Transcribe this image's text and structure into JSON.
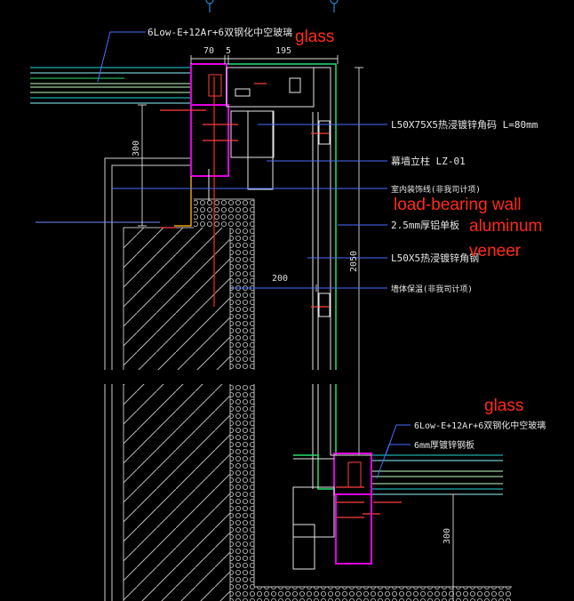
{
  "labels": {
    "glass_top_spec": "6Low-E+12Ar+6双钢化中空玻璃",
    "angle_steel_1": "L50X75X5热浸镀锌角码 L=80mm",
    "mullion": "幕墙立柱 LZ-01",
    "indoor_finish": "室内装饰线(非我司计项)",
    "aluminum_sheet": "2.5mm厚铝单板",
    "angle_steel_2": "L50X5热浸镀锌角钢",
    "wall_insulation": "墙体保温(非我司计项)",
    "glass_bottom_spec": "6Low-E+12Ar+6双钢化中空玻璃",
    "steel_plate": "6mm厚镀锌钢板"
  },
  "dimensions": {
    "d70": "70",
    "d5": "5",
    "d195": "195",
    "d300_left": "300",
    "d200": "200",
    "d2050": "2050",
    "d300_right": "300"
  },
  "annotations": {
    "glass_top": "glass",
    "load_bearing_wall": "load-bearing wall",
    "aluminum": "aluminum",
    "veneer": "veneer",
    "glass_bottom": "glass"
  },
  "colors": {
    "background": "#000000",
    "frame_magenta": "#e000e0",
    "sheet_green": "#22e06a",
    "glass_cyan": "#20d8d8",
    "annotation_red": "#ff2a1a",
    "leader_blue": "#4a6cff",
    "wall_gray": "#9a9a9a"
  }
}
